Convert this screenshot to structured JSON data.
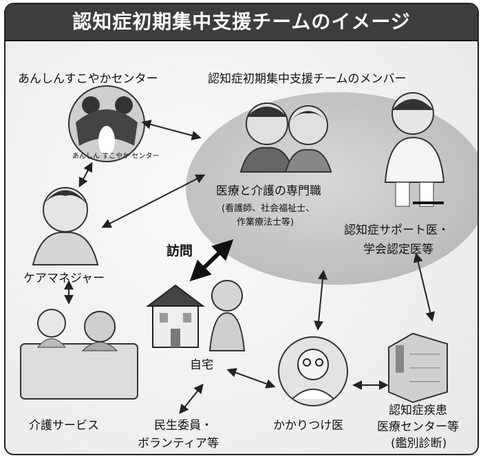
{
  "title": "認知症初期集中支援チームのイメージ",
  "nodes": {
    "anshin_center": "あんしんすこやかセンター",
    "logo_text": "あんしん すこやか センター",
    "team_members": "認知症初期集中支援チームのメンバー",
    "professionals": "医療と介護の専門職",
    "professionals_detail_1": "(看護師、社会福祉士、",
    "professionals_detail_2": "作業療法士等)",
    "support_doctor_1": "認知症サポート医・",
    "support_doctor_2": "学会認定医等",
    "visit": "訪問",
    "care_manager": "ケアマネジャー",
    "home": "自宅",
    "care_service": "介護サービス",
    "volunteer_1": "民生委員・",
    "volunteer_2": "ボランティア等",
    "family_doctor": "かかりつけ医",
    "dementia_center_1": "認知症疾患",
    "dementia_center_2": "医療センター等",
    "dementia_center_3": "(鑑別診断)"
  },
  "colors": {
    "title_bg": "#3d3d3d",
    "ellipse": "#bdbdbd",
    "ink": "#111111"
  }
}
